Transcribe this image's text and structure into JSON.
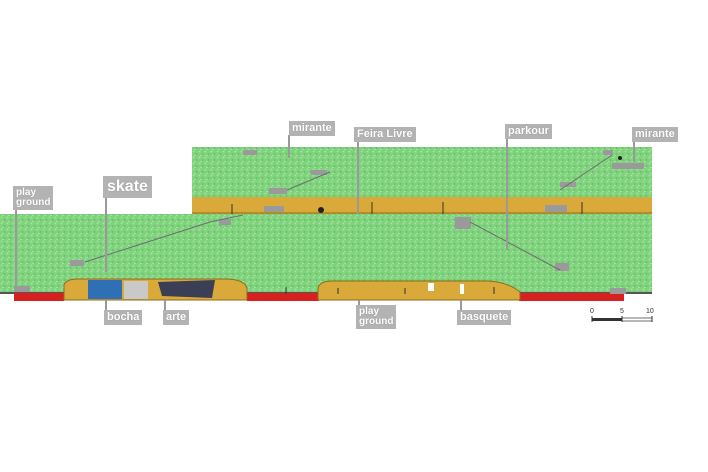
{
  "labels": {
    "mirante_left": "mirante",
    "feira_livre": "Feira Livre",
    "parkour": "parkour",
    "mirante_right": "mirante",
    "playground_left": "play\nground",
    "skate": "skate",
    "bocha": "bocha",
    "arte": "arte",
    "playground_center": "play\nground",
    "basquete": "basquete"
  },
  "scale": {
    "ticks": [
      "0",
      "5",
      "10"
    ]
  },
  "colors": {
    "grass": "#7fd37d",
    "grass_light": "#a7e0a0",
    "path": "#d9a93a",
    "red": "#d8201e",
    "structure": "#9a9a9a"
  }
}
